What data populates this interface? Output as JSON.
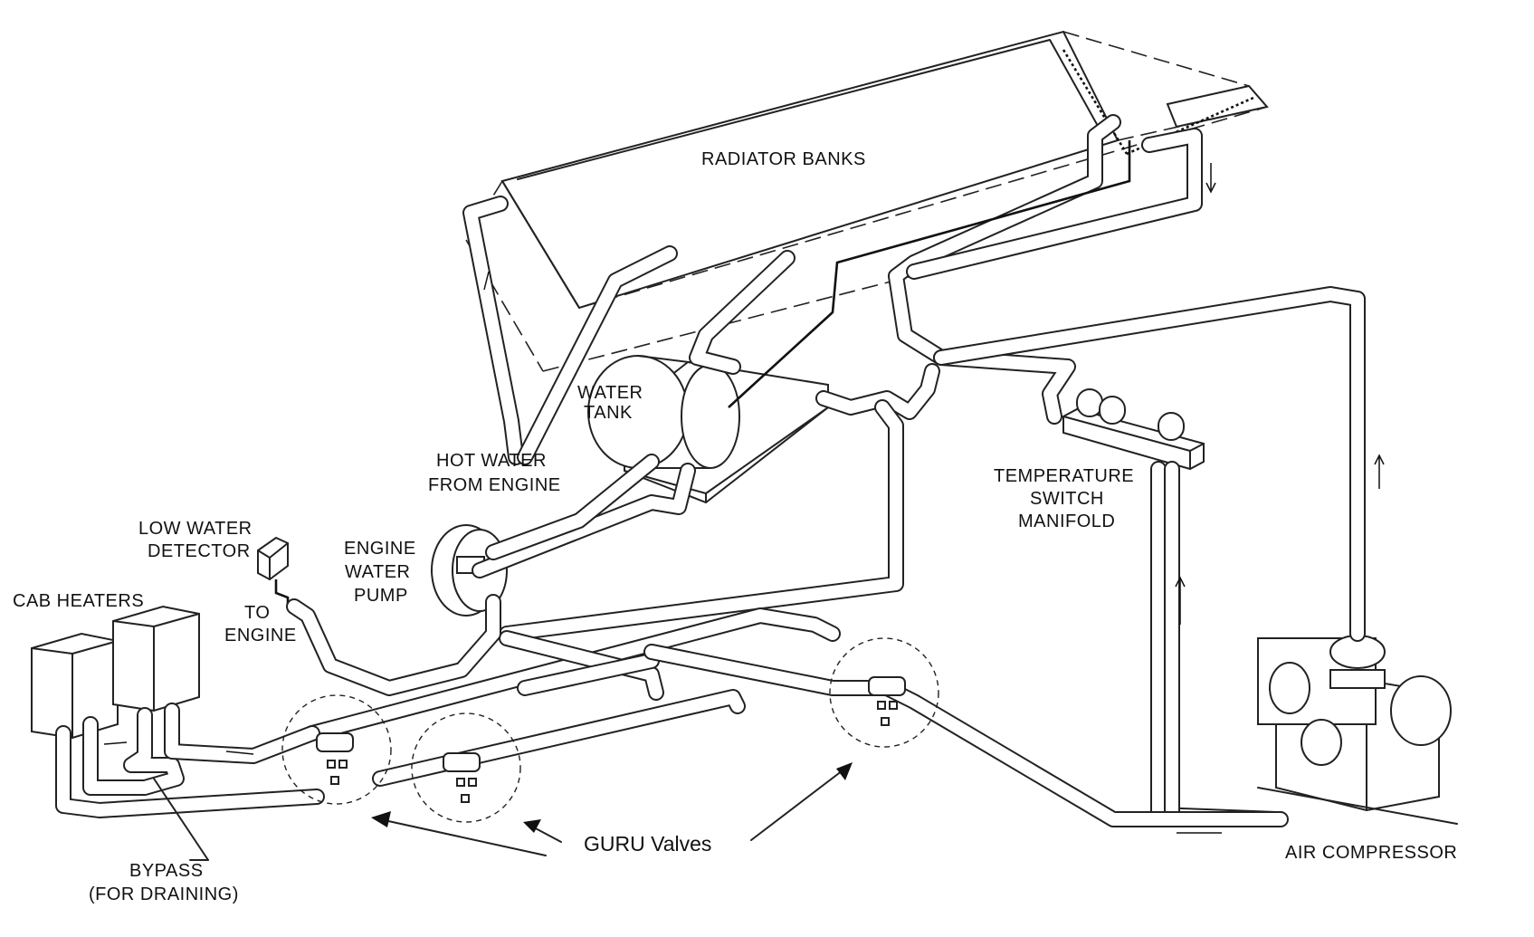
{
  "labels": {
    "radiator_banks": "RADIATOR BANKS",
    "water_tank_line1": "WATER",
    "water_tank_line2": "TANK",
    "hot_water_line1": "HOT WATER",
    "hot_water_line2": "FROM ENGINE",
    "low_water_line1": "LOW WATER",
    "low_water_line2": "DETECTOR",
    "engine_pump_line1": "ENGINE",
    "engine_pump_line2": "WATER",
    "engine_pump_line3": "PUMP",
    "cab_heaters": "CAB HEATERS",
    "to_engine_line1": "TO",
    "to_engine_line2": "ENGINE",
    "temp_switch_line1": "TEMPERATURE",
    "temp_switch_line2": "SWITCH",
    "temp_switch_line3": "MANIFOLD",
    "bypass_line1": "BYPASS",
    "bypass_line2": "(FOR DRAINING)",
    "guru_valves": "GURU Valves",
    "air_compressor": "AIR COMPRESSOR"
  }
}
